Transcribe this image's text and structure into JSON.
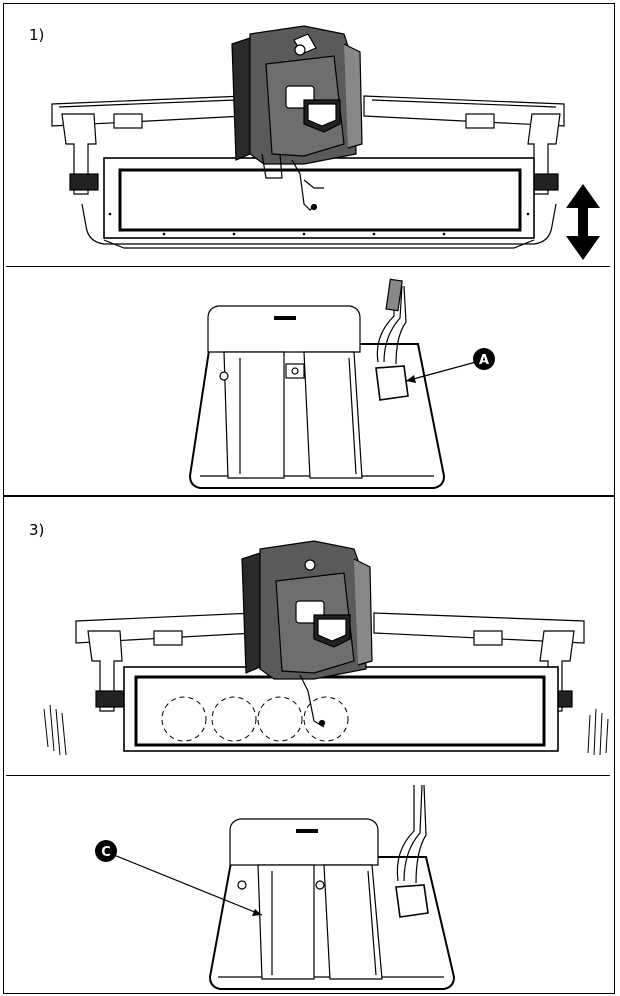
{
  "panels": [
    {
      "step_label": "1)",
      "callout": "A"
    },
    {
      "step_label": "3)",
      "callout": "C"
    }
  ],
  "icons": [
    "sewing-machine-frame",
    "vertical-double-arrow",
    "foot-pedal",
    "vibration-lines"
  ]
}
